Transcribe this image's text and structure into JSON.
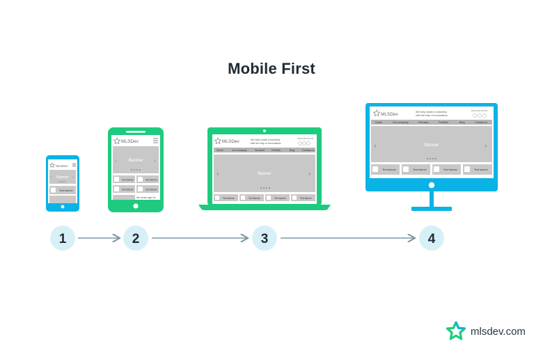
{
  "title": "Mobile First",
  "colors": {
    "device_green": "#1ecb7e",
    "screen_blue": "#0ab3e6",
    "content_grey": "#c8c8c8",
    "step_circle": "#d7f0f7",
    "arrow": "#7d97a4"
  },
  "mockup": {
    "logo": "MLSDev",
    "tagline_1": "We help create a business",
    "tagline_2": "with the help of innovations",
    "follow": "FOLLOW US ON",
    "banner": "Banner",
    "tile": "Text banner",
    "nav": [
      "Home",
      "Our company",
      "Services",
      "Portfolio",
      "Blog",
      "Contact us"
    ],
    "phone_snippet": "We create apps for"
  },
  "steps": [
    "1",
    "2",
    "3",
    "4"
  ],
  "brand": {
    "name": "mlsdev.com",
    "icon": "mlsdev-star-logo-icon"
  }
}
